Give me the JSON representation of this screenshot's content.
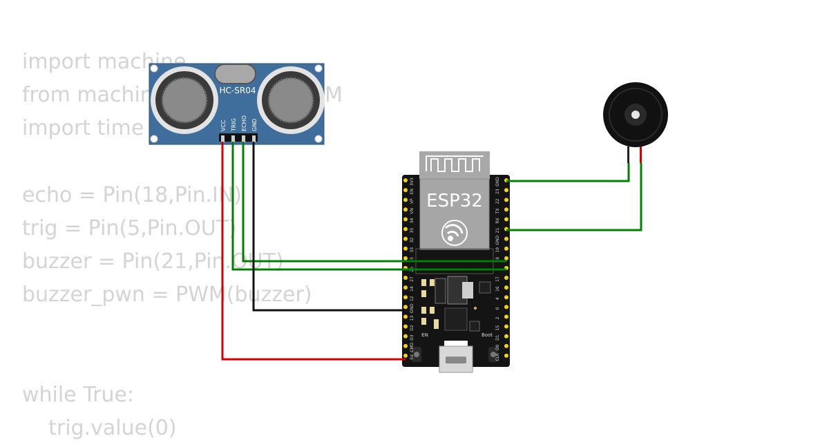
{
  "code": {
    "lines": [
      "import machine",
      "from machine import Pin, PWM",
      "import time",
      "",
      "echo = Pin(18,Pin.IN)",
      "trig = Pin(5,Pin.OUT)",
      "buzzer = Pin(21,Pin.OUT)",
      "buzzer_pwn = PWM(buzzer)",
      "",
      "",
      "while True:",
      "    trig.value(0)"
    ]
  },
  "sensor": {
    "label": "HC-SR04",
    "pins": [
      "VCC",
      "TRIG",
      "ECHO",
      "GND"
    ]
  },
  "board": {
    "label": "ESP32",
    "button_en": "EN",
    "button_boot": "Boot",
    "left_pins": [
      "3V3",
      "EN",
      "VP",
      "VN",
      "34",
      "35",
      "32",
      "33",
      "25",
      "26",
      "27",
      "14",
      "12",
      "GND",
      "13",
      "D2",
      "D3",
      "CMD",
      "5V"
    ],
    "right_pins": [
      "GND",
      "23",
      "22",
      "TX",
      "RX",
      "21",
      "GND",
      "19",
      "18",
      "5",
      "17",
      "16",
      "4",
      "0",
      "2",
      "15",
      "D1",
      "D0",
      "CLK"
    ]
  },
  "wires": {
    "red": "#d40000",
    "green": "#008000",
    "black": "#111111"
  }
}
